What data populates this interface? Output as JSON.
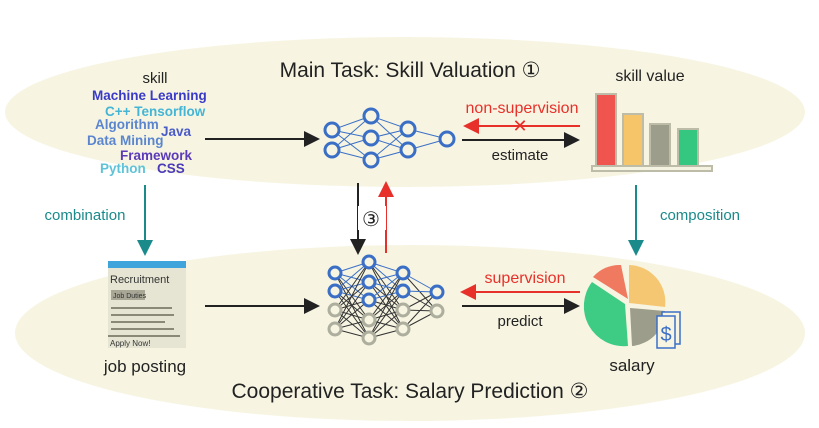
{
  "main_task": {
    "title": "Main Task: Skill Valuation ①",
    "skill_label": "skill",
    "skill_value_label": "skill value",
    "skills": [
      {
        "text": "Machine Learning",
        "color": "#3a3ac8"
      },
      {
        "text": "C++ Tensorflow",
        "color": "#45b5d5"
      },
      {
        "text": "Algorithm",
        "color": "#5b86cf"
      },
      {
        "text": "Java",
        "color": "#4a5bc8"
      },
      {
        "text": "Data Mining",
        "color": "#5b86cf"
      },
      {
        "text": "Framework",
        "color": "#5a3ab8"
      },
      {
        "text": "Python",
        "color": "#5fc3d8"
      },
      {
        "text": "CSS",
        "color": "#4a3ab8"
      }
    ],
    "non_supervision": "non-supervision",
    "estimate": "estimate"
  },
  "coop_task": {
    "title": "Cooperative Task: Salary Prediction ②",
    "job_posting_label": "job posting",
    "salary_label": "salary",
    "supervision": "supervision",
    "predict": "predict",
    "posting": {
      "title": "Recruitment",
      "duties": "Job Duties",
      "apply": "Apply Now!"
    },
    "currency_symbol": "$"
  },
  "links": {
    "combination": "combination",
    "composition": "composition",
    "interaction": "③"
  },
  "colors": {
    "background": "#f7f5e2",
    "node": "#3b6fc6",
    "teal": "#1a8a8a",
    "red": "#e8302a"
  }
}
